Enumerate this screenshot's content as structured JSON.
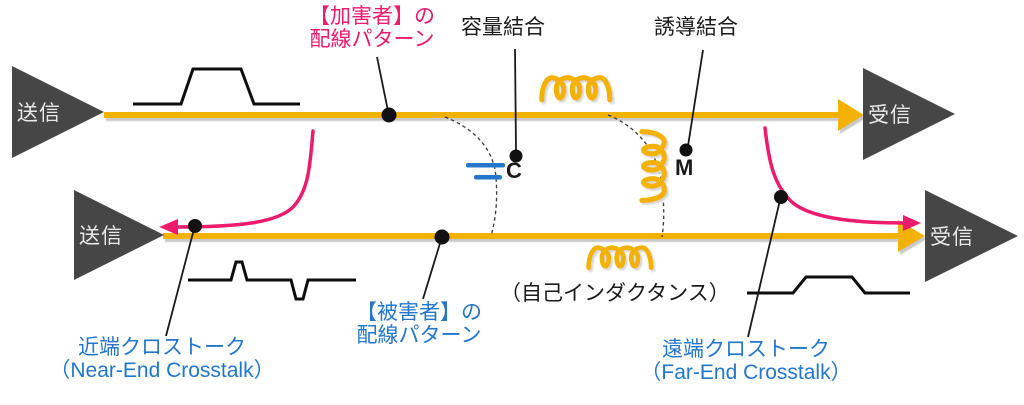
{
  "nodes": {
    "tx_label": "送信",
    "rx_label": "受信"
  },
  "aggressor": {
    "label_line1": "【加害者】の",
    "label_line2": "配線パターン"
  },
  "victim": {
    "label_line1": "【被害者】の",
    "label_line2": "配線パターン"
  },
  "coupling": {
    "capacitive_label": "容量結合",
    "capacitor_symbol": "C",
    "inductive_label": "誘導結合",
    "mutual_symbol": "M",
    "self_inductance_label": "（自己インダクタンス）"
  },
  "crosstalk": {
    "near_end_jp": "近端クロストーク",
    "near_end_en": "（Near-End Crosstalk）",
    "far_end_jp": "遠端クロストーク",
    "far_end_en": "（Far-End Crosstalk）"
  },
  "colors": {
    "trace_gold": "#f3b100",
    "accent_pink": "#ee1a6e",
    "accent_blue": "#2376c9",
    "triangle_gray": "#464646",
    "ink_black": "#1a1a1a"
  },
  "icons": {
    "inductor_coil": "coil-glyph",
    "capacitor": "parallel-plates-glyph",
    "signal_pulse": "trapezoid-pulse"
  }
}
